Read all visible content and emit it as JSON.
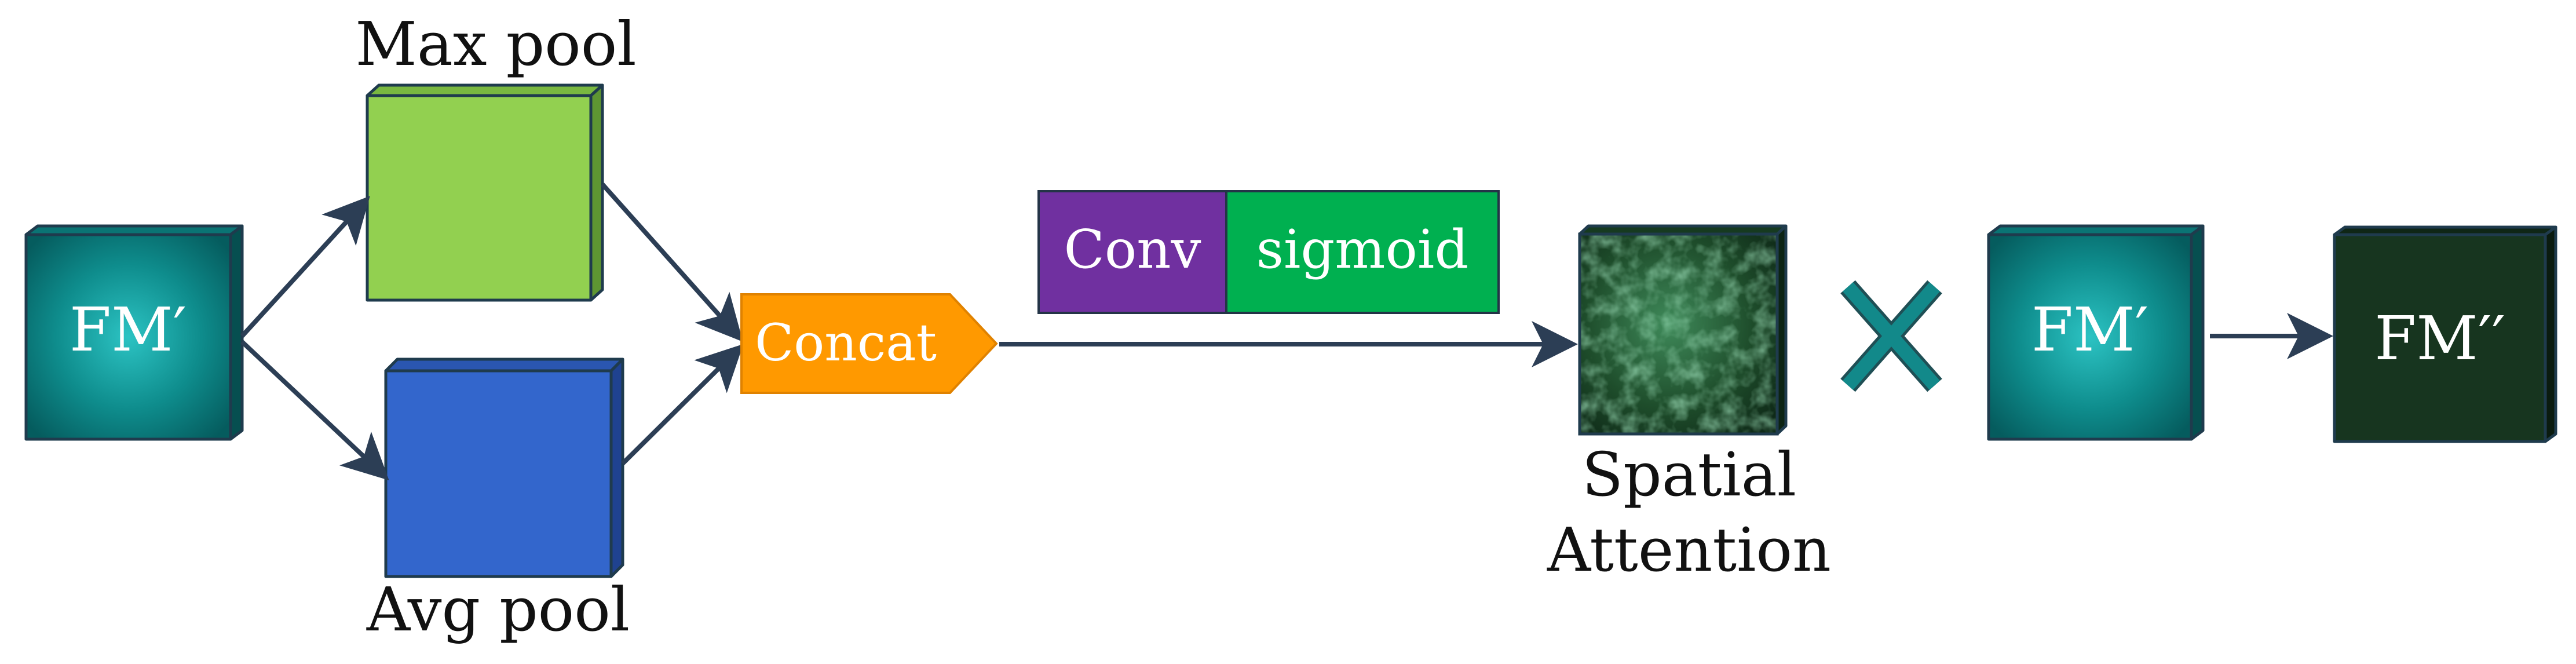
{
  "nodes": {
    "fm_prime_input": "FM′",
    "max_pool": "Max pool",
    "avg_pool": "Avg pool",
    "concat": "Concat",
    "conv": "Conv",
    "sigmoid": "sigmoid",
    "spatial_attention_line1": "Spatial",
    "spatial_attention_line2": "Attention",
    "fm_prime_mult": "FM′",
    "fm_double_prime": "FM′′"
  },
  "colors": {
    "teal": "#0e8c8c",
    "teal_dark": "#055c5e",
    "green": "#92d050",
    "blue": "#3366cc",
    "orange": "#ff9900",
    "purple": "#7030a0",
    "sigmoid_green": "#00b050",
    "attention_green": "#1e4d2b",
    "output_dark": "#17351f",
    "arrow": "#2c3e55",
    "multiply": "#12898a"
  }
}
